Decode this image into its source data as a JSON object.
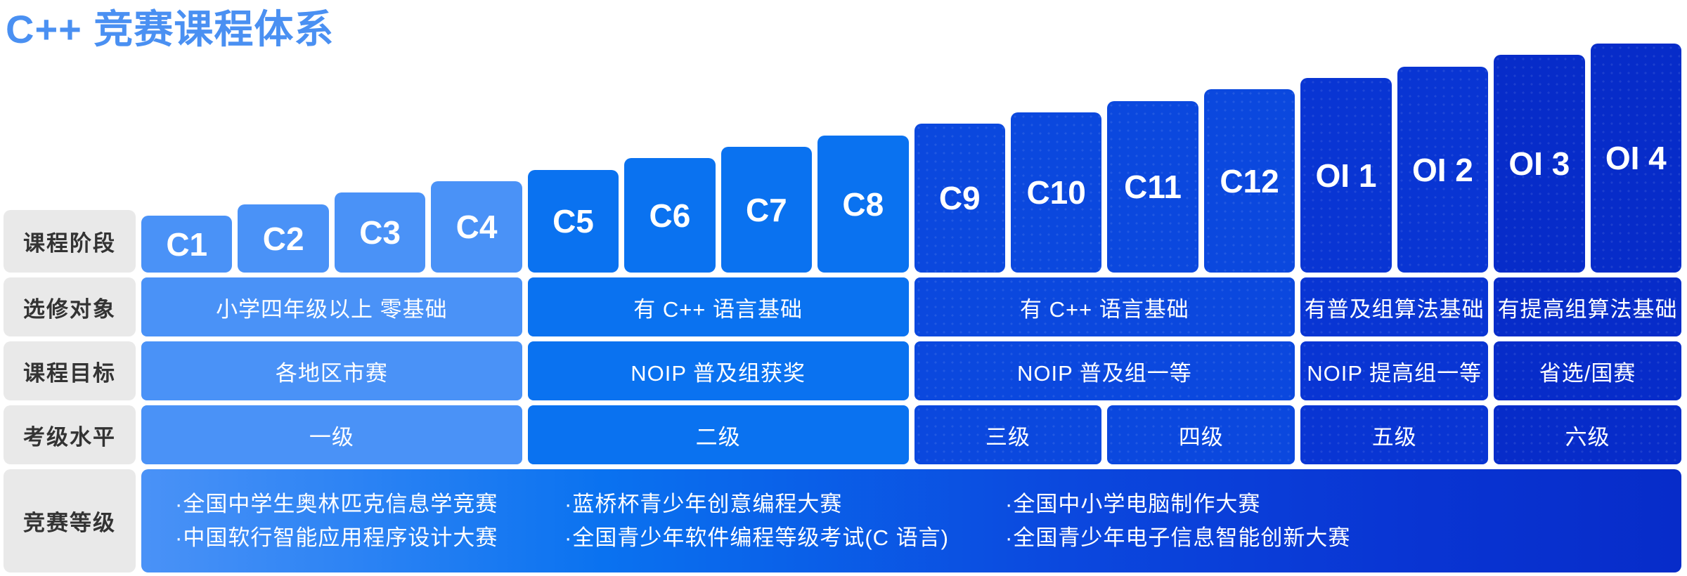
{
  "title": "C++ 竞赛课程体系",
  "palette": {
    "background": "#ffffff",
    "title_color": "#4a90f2",
    "label_bg": "#e9e9e9",
    "label_text": "#333333",
    "cell_text": "#ffffff",
    "group_colors": [
      "#4a92f7",
      "#0a72f0",
      "#0b48de",
      "#0935d3",
      "#072cc9"
    ],
    "bottom_gradient": [
      "#4a92f7",
      "#0a72f0",
      "#0b48de",
      "#0935d3",
      "#072cc9"
    ]
  },
  "row_labels": [
    {
      "id": "stage",
      "label": "课程阶段"
    },
    {
      "id": "audience",
      "label": "选修对象"
    },
    {
      "id": "goal",
      "label": "课程目标"
    },
    {
      "id": "level",
      "label": "考级水平"
    },
    {
      "id": "competitions",
      "label": "竞赛等级"
    }
  ],
  "stages": [
    {
      "label": "C1",
      "group": 1
    },
    {
      "label": "C2",
      "group": 1
    },
    {
      "label": "C3",
      "group": 1
    },
    {
      "label": "C4",
      "group": 1
    },
    {
      "label": "C5",
      "group": 2
    },
    {
      "label": "C6",
      "group": 2
    },
    {
      "label": "C7",
      "group": 2
    },
    {
      "label": "C8",
      "group": 2
    },
    {
      "label": "C9",
      "group": 3
    },
    {
      "label": "C10",
      "group": 3
    },
    {
      "label": "C11",
      "group": 3
    },
    {
      "label": "C12",
      "group": 3
    },
    {
      "label": "OI 1",
      "group": 4
    },
    {
      "label": "OI 2",
      "group": 4
    },
    {
      "label": "OI 3",
      "group": 5
    },
    {
      "label": "OI 4",
      "group": 5
    }
  ],
  "audience_row": [
    {
      "text": "小学四年级以上 零基础",
      "span": 4,
      "group": 1
    },
    {
      "text": "有 C++ 语言基础",
      "span": 4,
      "group": 2
    },
    {
      "text": "有 C++ 语言基础",
      "span": 4,
      "group": 3
    },
    {
      "text": "有普及组算法基础",
      "span": 2,
      "group": 4
    },
    {
      "text": "有提高组算法基础",
      "span": 2,
      "group": 5
    }
  ],
  "goal_row": [
    {
      "text": "各地区市赛",
      "span": 4,
      "group": 1
    },
    {
      "text": "NOIP 普及组获奖",
      "span": 4,
      "group": 2
    },
    {
      "text": "NOIP 普及组一等",
      "span": 4,
      "group": 3
    },
    {
      "text": "NOIP 提高组一等",
      "span": 2,
      "group": 4
    },
    {
      "text": "省选/国赛",
      "span": 2,
      "group": 5
    }
  ],
  "level_row": [
    {
      "text": "一级",
      "span": 4,
      "group": 1
    },
    {
      "text": "二级",
      "span": 4,
      "group": 2
    },
    {
      "text": "三级",
      "span": 2,
      "group": 3
    },
    {
      "text": "四级",
      "span": 2,
      "group": 3
    },
    {
      "text": "五级",
      "span": 2,
      "group": 4
    },
    {
      "text": "六级",
      "span": 2,
      "group": 5
    }
  ],
  "competitions": {
    "columns": [
      [
        "·全国中学生奥林匹克信息学竞赛",
        "·中国软行智能应用程序设计大赛"
      ],
      [
        "·蓝桥杯青少年创意编程大赛",
        "·全国青少年软件编程等级考试(C 语言)"
      ],
      [
        "·全国中小学电脑制作大赛",
        "·全国青少年电子信息智能创新大赛"
      ]
    ]
  }
}
